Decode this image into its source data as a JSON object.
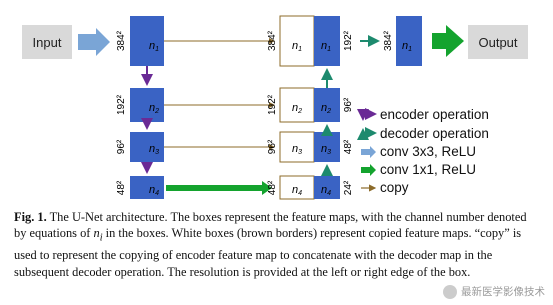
{
  "colors": {
    "blue": "#3a63c4",
    "purple": "#6a2a95",
    "teal": "#1d8a6e",
    "light_blue_arrow": "#7aa5d6",
    "green": "#14a32e",
    "brown": "#8c6b2a",
    "gray_box": "#d9d9d9"
  },
  "diagram": {
    "input_label": "Input",
    "output_label": "Output",
    "encoder": [
      {
        "size": "384²",
        "label": "n",
        "sub": "1"
      },
      {
        "size": "192²",
        "label": "n",
        "sub": "2"
      },
      {
        "size": "96²",
        "label": "n",
        "sub": "3"
      },
      {
        "size": "48²",
        "label": "n",
        "sub": "4"
      }
    ],
    "copies": [
      {
        "size": "384²",
        "label": "n",
        "sub": "1"
      },
      {
        "size": "192²",
        "label": "n",
        "sub": "2"
      },
      {
        "size": "96²",
        "label": "n",
        "sub": "3"
      },
      {
        "size": "48²",
        "label": "n",
        "sub": "4"
      }
    ],
    "decoder": [
      {
        "size": "192²",
        "label": "n",
        "sub": "1"
      },
      {
        "size": "96²",
        "label": "n",
        "sub": "2"
      },
      {
        "size": "48²",
        "label": "n",
        "sub": "3"
      },
      {
        "size": "24²",
        "label": "n",
        "sub": "4"
      }
    ],
    "final": {
      "size": "384²",
      "label": "n",
      "sub": "1"
    },
    "legend": [
      {
        "icon": "encoder-arrow-icon",
        "text": "encoder operation"
      },
      {
        "icon": "decoder-arrow-icon",
        "text": "decoder operation"
      },
      {
        "icon": "conv3x3-arrow-icon",
        "text": "conv 3x3, ReLU"
      },
      {
        "icon": "conv1x1-arrow-icon",
        "text": "conv 1x1, ReLU"
      },
      {
        "icon": "copy-arrow-icon",
        "text": "copy"
      }
    ]
  },
  "caption": {
    "fig": "Fig. 1.",
    "text_1": " The U-Net architecture. The boxes represent the feature maps, with the channel number denoted by equations of ",
    "var": "n",
    "var_sub": "i",
    "text_2": " in the boxes. White boxes (brown borders) represent copied feature maps. “copy” is used to represent the copying of encoder feature map to concatenate with the decoder map in the subsequent decoder operation. The resolution is provided at the left or right edge of the box."
  },
  "watermark": "最新医学影像技术"
}
